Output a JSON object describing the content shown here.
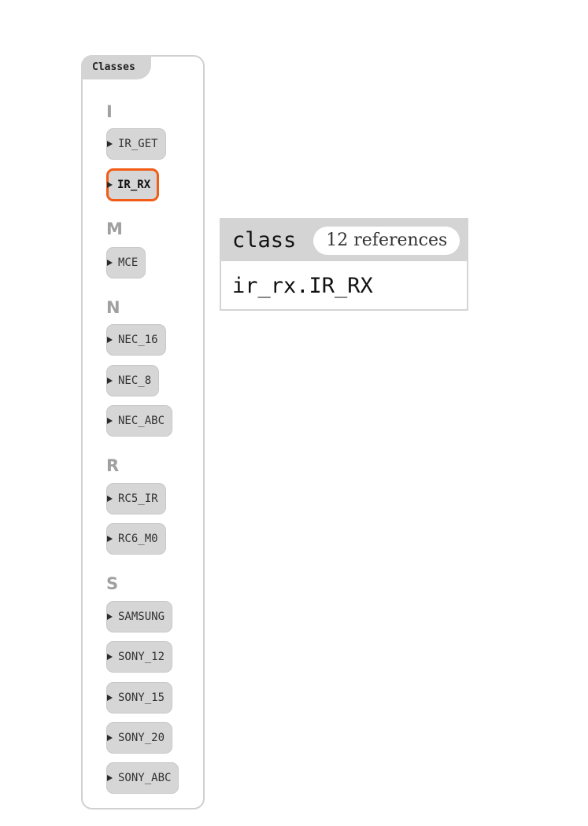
{
  "panel": {
    "title": "Classes"
  },
  "groups": [
    {
      "letter": "I",
      "items": [
        "IR_GET",
        "IR_RX"
      ]
    },
    {
      "letter": "M",
      "items": [
        "MCE"
      ]
    },
    {
      "letter": "N",
      "items": [
        "NEC_16",
        "NEC_8",
        "NEC_ABC"
      ]
    },
    {
      "letter": "R",
      "items": [
        "RC5_IR",
        "RC6_M0"
      ]
    },
    {
      "letter": "S",
      "items": [
        "SAMSUNG",
        "SONY_12",
        "SONY_15",
        "SONY_20",
        "SONY_ABC"
      ]
    }
  ],
  "selected_item": "IR_RX",
  "detail": {
    "kind": "class",
    "references": "12 references",
    "qualified_name": "ir_rx.IR_RX"
  },
  "colors": {
    "selection_outline": "#f25c16",
    "chip_background": "#d6d6d6",
    "group_letter": "#a0a0a0"
  },
  "icons": {
    "expand": "triangle-right-icon"
  }
}
